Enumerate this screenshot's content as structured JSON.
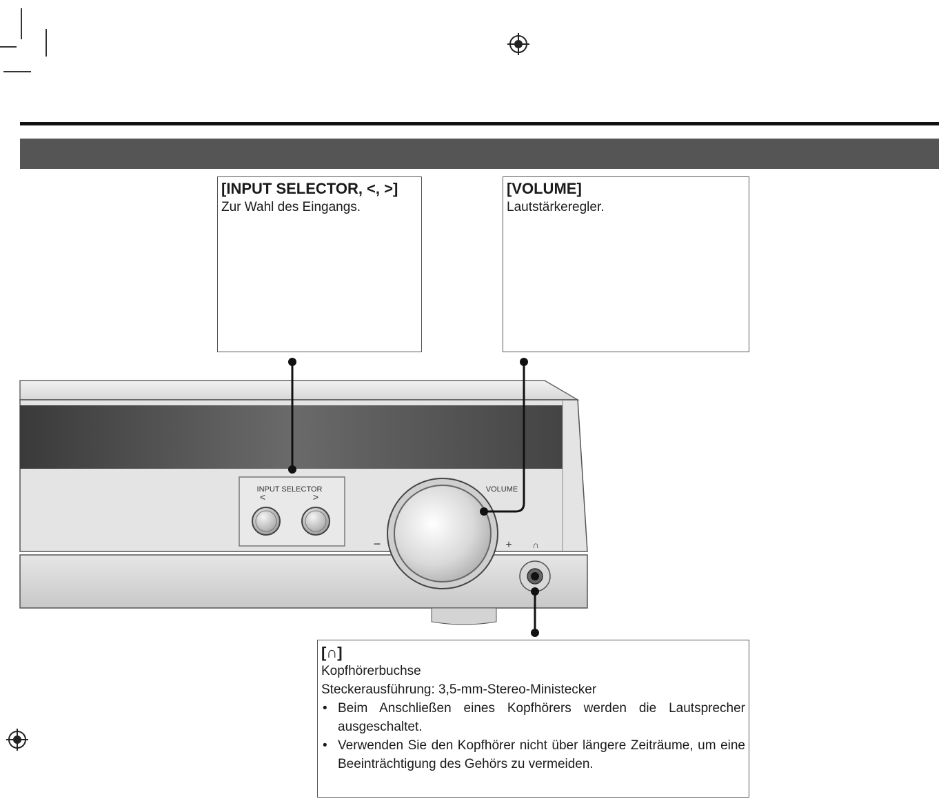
{
  "callouts": {
    "input_selector": {
      "title": "[INPUT SELECTOR, <, >]",
      "desc": "Zur Wahl des Eingangs."
    },
    "volume": {
      "title": "[VOLUME]",
      "desc": "Lautstärkeregler."
    },
    "headphones": {
      "title": "[∩]",
      "line1": "Kopfhörerbuchse",
      "line2": "Steckerausführung: 3,5-mm-Stereo-Ministecker",
      "bullets": [
        "Beim Anschließen eines Kopfhörers werden die Lautsprecher ausgeschaltet.",
        "Verwenden Sie den Kopfhörer nicht über längere Zeiträume, um eine Beeinträchtigung des Gehörs zu vermeiden."
      ]
    }
  },
  "device": {
    "input_selector_label": "INPUT SELECTOR",
    "left_arrow": "<",
    "right_arrow": ">",
    "volume_label": "VOLUME",
    "minus": "−",
    "plus": "+",
    "headphone_symbol": "∩"
  },
  "icons": [
    "registration-mark-icon",
    "crop-mark-icon",
    "headphone-icon"
  ]
}
